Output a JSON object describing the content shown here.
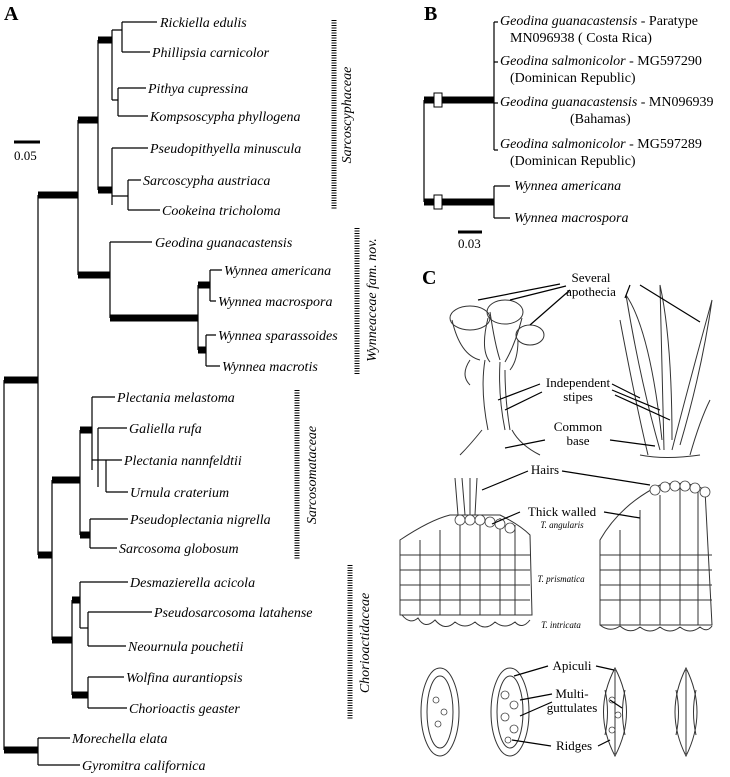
{
  "panels": {
    "a": "A",
    "b": "B",
    "c": "C"
  },
  "scale_a": "0.05",
  "scale_b": "0.03",
  "taxa_a": [
    "Rickiella edulis",
    "Phillipsia carnicolor",
    "Pithya cupressina",
    "Kompsoscypha phyllogena",
    "Pseudopithyella minuscula",
    "Sarcoscypha austriaca",
    "Cookeina tricholoma",
    "Geodina guanacastensis",
    "Wynnea americana",
    "Wynnea macrospora",
    "Wynnea sparassoides",
    "Wynnea macrotis",
    "Plectania melastoma",
    "Galiella rufa",
    "Plectania nannfeldtii",
    "Urnula craterium",
    "Pseudoplectania nigrella",
    "Sarcosoma globosum",
    "Desmazierella acicola",
    "Pseudosarcosoma latahense",
    "Neournula pouchetii",
    "Wolfina aurantiopsis",
    "Chorioactis geaster",
    "Morechella elata",
    "Gyromitra californica"
  ],
  "families": [
    "Sarcoscyphaceae",
    "Wynneaceae fam. nov.",
    "Sarcosomataceae",
    "Chorioactidaceae"
  ],
  "taxa_b": [
    {
      "species": "Geodina guanacastensis",
      "suffix": " - Paratype",
      "line2": "MN096938 ( Costa Rica)"
    },
    {
      "species": "Geodina salmonicolor",
      "suffix": " - MG597290",
      "line2": "(Dominican Republic)"
    },
    {
      "species": "Geodina guanacastensis",
      "suffix": " - MN096939",
      "line2": "(Bahamas)"
    },
    {
      "species": "Geodina salmonicolor",
      "suffix": " - MG597289",
      "line2": "(Dominican Republic)"
    },
    {
      "species": "Wynnea americana",
      "suffix": "",
      "line2": ""
    },
    {
      "species": "Wynnea macrospora",
      "suffix": "",
      "line2": ""
    }
  ],
  "annotations_c": {
    "several": "Several",
    "apothecia": "apothecia",
    "independent": "Independent",
    "stipes": "stipes",
    "common": "Common",
    "base": "base",
    "hairs": "Hairs",
    "thick_walled": "Thick walled",
    "t_angularis": "T. angularis",
    "t_prismatica": "T. prismatica",
    "t_intricata": "T. intricata",
    "apiculi": "Apiculi",
    "multi": "Multi-",
    "guttulates": "guttulates",
    "ridges": "Ridges"
  }
}
